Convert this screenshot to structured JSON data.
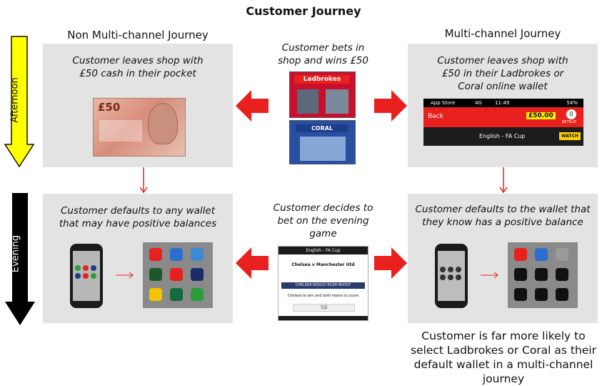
{
  "title": "Customer Journey",
  "left_heading": "Non Multi-channel Journey",
  "right_heading": "Multi-channel Journey",
  "time_labels": {
    "afternoon": "Afternoon",
    "evening": "Evening"
  },
  "panels": {
    "left_top": "Customer leaves shop with £50 cash in their pocket",
    "right_top": "Customer leaves shop with £50 in their Ladbrokes or Coral online wallet",
    "left_bottom": "Customer defaults to any wallet that may have positive balances",
    "right_bottom": "Customer defaults to the wallet that they know has a positive balance"
  },
  "middle": {
    "top_text": "Customer bets in shop and wins £50",
    "bottom_text": "Customer decides to bet on the evening game",
    "shop1": "Ladbrokes",
    "shop2": "CORAL"
  },
  "app_bar": {
    "status_left": "App Store",
    "signal": "4G",
    "time": "11:49",
    "battery": "54%",
    "back": "Back",
    "balance": "£50.00",
    "betslip_count": "0",
    "betslip": "BETSLIP",
    "subtitle": "English - FA Cup",
    "watch": "WATCH"
  },
  "bet_screen": {
    "header": "English - FA Cup",
    "match": "Chelsea v Manchester Utd",
    "boost": "CHELSEA RESULT RUSH BOOST",
    "line": "Chelsea to win and both teams to score",
    "odds": "7/2"
  },
  "banknote": {
    "value": "£50"
  },
  "bottom_note": "Customer is far more likely to select Ladbrokes or Coral as their default wallet in a multi-channel journey",
  "colors": {
    "red": "#e8201e",
    "yellow": "#ffff00",
    "black": "#000000",
    "panel": "#e3e3e3"
  }
}
